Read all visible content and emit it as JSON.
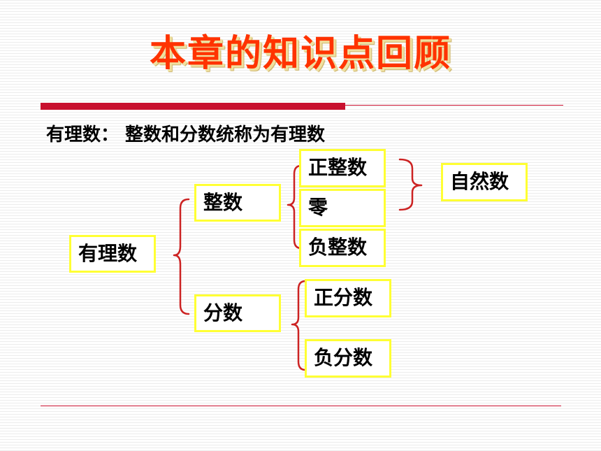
{
  "title": "本章的知识点回顾",
  "definition": "有理数：  整数和分数统称为有理数",
  "nodes": {
    "rational": "有理数",
    "integer": "整数",
    "fraction": "分数",
    "positive_integer": "正整数",
    "zero": "零",
    "negative_integer": "负整数",
    "positive_fraction": "正分数",
    "negative_fraction": "负分数",
    "natural": "自然数"
  },
  "colors": {
    "title": "#ff3300",
    "accent_line": "#c8102e",
    "box_border": "#ffff33",
    "bracket": "#cc2222"
  }
}
